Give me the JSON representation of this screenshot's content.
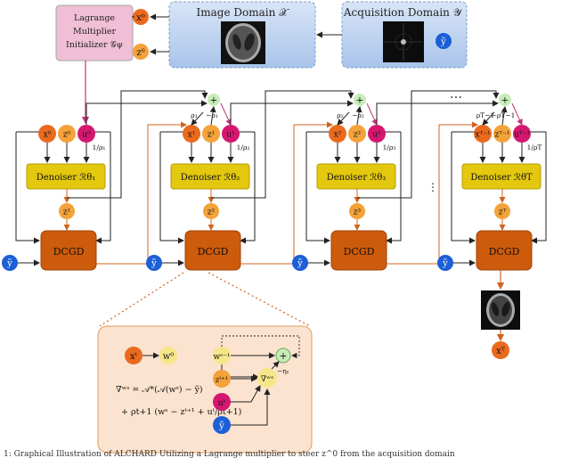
{
  "top": {
    "lagrange_lines": [
      "Lagrange",
      "Multiplier",
      "Initializer 𝒢ψ"
    ],
    "image_domain_title": "Image Domain 𝒳",
    "acq_domain_title": "Acquisition Domain 𝒴",
    "x0": "x⁰",
    "z0": "z⁰",
    "ytilde": "ỹ"
  },
  "stages": [
    {
      "x": "x⁰",
      "z": "z⁰",
      "u": "u⁰",
      "rho": "1/ρ₁",
      "denoiser": "Denoiser ℛθ₁",
      "zout": "z¹",
      "pl": "",
      "mi": ""
    },
    {
      "x": "x¹",
      "z": "z¹",
      "u": "u¹",
      "rho": "1/ρ₂",
      "denoiser": "Denoiser ℛθ₂",
      "zout": "z²",
      "pl": "ρ₁",
      "mi": "−ρ₁"
    },
    {
      "x": "x²",
      "z": "z²",
      "u": "u²",
      "rho": "1/ρ₃",
      "denoiser": "Denoiser ℛθ₃",
      "zout": "z³",
      "pl": "ρ₂",
      "mi": "−ρ₂"
    },
    {
      "x": "xᵀ⁻¹",
      "z": "zᵀ⁻¹",
      "u": "uᵀ⁻¹",
      "rho": "1/ρT",
      "denoiser": "Denoiser ℛθT",
      "zout": "zᵀ",
      "pl": "ρT−1",
      "mi": "−ρT−1"
    }
  ],
  "dcgd_label": "DCGD",
  "ytilde": "ỹ",
  "ellipsis": "…",
  "vdots": "⋮",
  "final_x": "xᵀ",
  "zoom": {
    "xt": "xᵗ",
    "w0": "w⁰",
    "ws1": "wˢ⁻¹",
    "zt1": "zᵗ⁺¹",
    "ut": "uᵗ",
    "yt": "ỹ",
    "grad": "∇ʷˢ",
    "eta": "−ηₛ",
    "eq1": "∇ʷˢ = 𝒜*(𝒜(wˢ) − ỹ)",
    "eq2": "+ ρt+1 (wˢ − zᵗ⁺¹ + uᵗ/ρt+1)"
  },
  "caption": "1:  Graphical Illustration of ALCHARD  Utilizing a Lagrange multiplier to steer z^0 from the acquisition domain"
}
